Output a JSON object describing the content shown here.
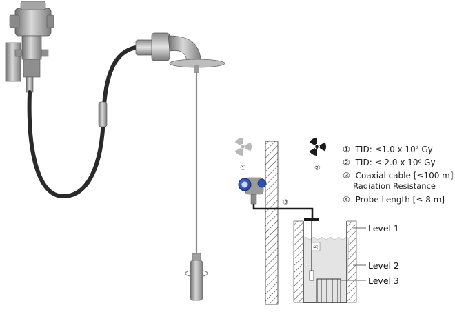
{
  "legend": [
    {
      "marker": "①",
      "text": "TID: ≤1.0 x 10² Gy"
    },
    {
      "marker": "②",
      "text": "TID: ≤ 2.0 x 10⁶ Gy"
    },
    {
      "marker": "③",
      "text": "Coaxial cable [≤100 m]"
    },
    {
      "marker": "",
      "text": "Radiation Resistance"
    },
    {
      "marker": "④",
      "text": "Probe Length [≤ 8 m]"
    }
  ],
  "zone_markers": {
    "zone1": "①",
    "zone2": "②",
    "cable": "③",
    "probe": "④"
  },
  "levels": [
    "Level 1",
    "Level 2",
    "Level 3"
  ],
  "colors": {
    "hatch": "#444444",
    "liquid": "#e4e4e4",
    "cable": "#1a1a1a",
    "transmitter_blue": "#2d4fb0",
    "radiation_light": "#b8b8b8",
    "radiation_dark": "#1a1a1a",
    "metal": "#9a9a9a"
  }
}
